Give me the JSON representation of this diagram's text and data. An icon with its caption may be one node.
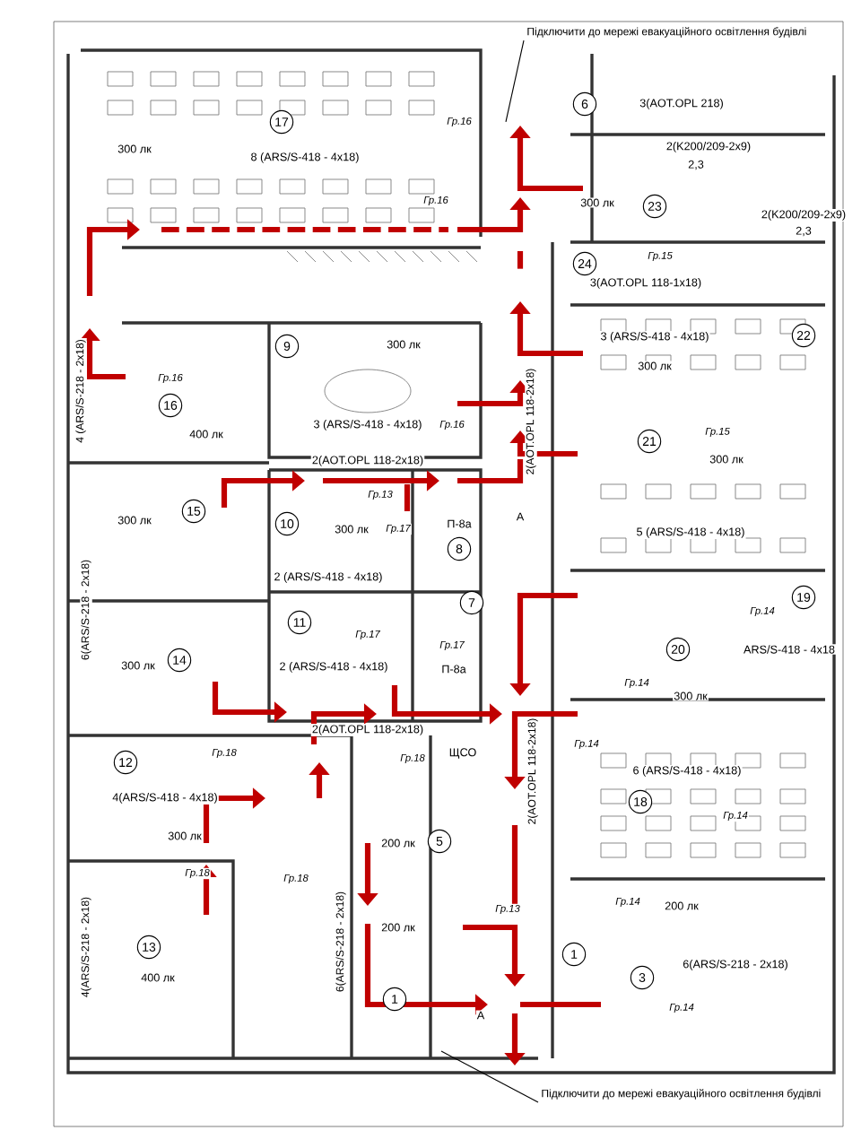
{
  "diagram": {
    "nodes": [
      {
        "text": [
          "Підключити до мережі евакуаційного освітлення будівлі"
        ]
      },
      {
        "text": [
          "Підключити до мережі евакуаційного освітлення будівлі"
        ]
      }
    ],
    "edges": [
      {
        "from": 0,
        "to": null,
        "arrow": "none"
      },
      {
        "from": 1,
        "to": null,
        "arrow": "none"
      }
    ],
    "labels": [
      "6",
      "3(AOT.OPL 218)",
      "17",
      "2(K200/209-2x9)",
      "2,3",
      "Гр.16",
      "300 лк",
      "8 (ARS/S-418 - 4x18)",
      "Гр.16",
      "300 лк",
      "23",
      "2(K200/209-2x9)",
      "2,3",
      "Гр.15",
      "24",
      "3(AOT.OPL 118-1x18)",
      "3 (ARS/S-418 - 4x18)",
      "22",
      "9",
      "300 лк",
      "300 лк",
      "Гр.16",
      "16",
      "4 (ARS/S-218 - 2x18)",
      "3 (ARS/S-418 - 4x18)",
      "Гр.16",
      "400 лк",
      "Гр.15",
      "21",
      "2(AOT.OPL 118-2x18)",
      "2(AOT.OPL 118-2x18)",
      "300 лк",
      "A",
      "Гр.13",
      "15",
      "10",
      "300 лк",
      "Гр.17",
      "П-8а",
      "300 лк",
      "5 (ARS/S-418 - 4x18)",
      "6(ARS/S-218 - 2x18)",
      "8",
      "2 (ARS/S-418 - 4x18)",
      "19",
      "7",
      "11",
      "Гр.17",
      "Гр.14",
      "20",
      "14",
      "300 лк",
      "ARS/S-418 - 4x18",
      "2 (ARS/S-418 - 4x18)",
      "П-8а",
      "Гр.17",
      "Гр.14",
      "300 лк",
      "2(AOT.OPL 118-2x18)",
      "Гр.14",
      "Гр.18",
      "Гр.18",
      "12",
      "ЩСО",
      "6 (ARS/S-418 - 4x18)",
      "2(AOT.OPL 118-2x18)",
      "4(ARS/S-418 - 4x18)",
      "18",
      "Гр.14",
      "300 лк",
      "200 лк",
      "5",
      "Гр.18",
      "Гр.18",
      "Гр.13",
      "Гр.14",
      "200 лк",
      "200 лк",
      "13",
      "4(ARS/S-218 - 2x18)",
      "6(ARS/S-218 - 2x18)",
      "1",
      "6(ARS/S-218 - 2x18)",
      "400 лк",
      "3",
      "1",
      "Гр.14",
      "A"
    ]
  }
}
